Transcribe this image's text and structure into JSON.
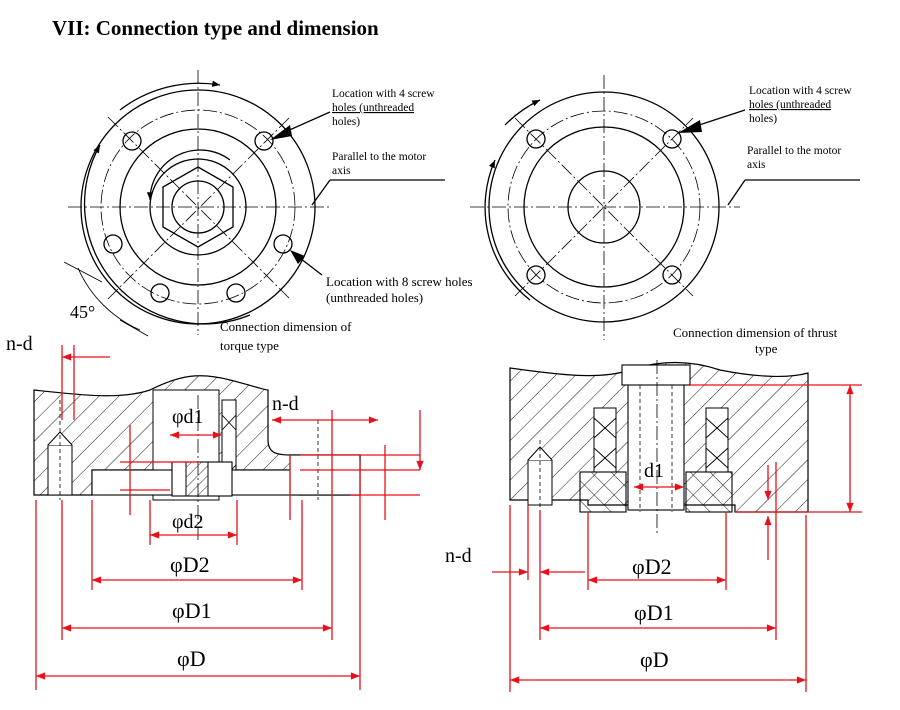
{
  "heading": "VII: Connection type and dimension",
  "left_view": {
    "label_4_holes": [
      "Location with 4 screw",
      "holes (unthreaded",
      "holes)"
    ],
    "label_parallel": [
      "Parallel to the motor",
      "axis"
    ],
    "label_8_holes": [
      "Location with 8 screw holes",
      "(unthreaded holes)"
    ],
    "angle": "45°",
    "caption": [
      "Connection dimension of",
      "torque type"
    ]
  },
  "right_view": {
    "label_4_holes": [
      "Location with 4 screw",
      "holes (unthreaded",
      "holes)"
    ],
    "label_parallel": [
      "Parallel  to  the  motor",
      "axis"
    ],
    "caption": [
      "Connection dimension of thrust",
      "type"
    ]
  },
  "left_section": {
    "nd": "n-d",
    "nd2": "n-d",
    "d1": "φd1",
    "d2": "φd2",
    "D2": "φD2",
    "D1": "φD1",
    "D": "φD"
  },
  "right_section": {
    "nd": "n-d",
    "d1": "d1",
    "D2": "φD2",
    "D1": "φD1",
    "D": "φD"
  }
}
